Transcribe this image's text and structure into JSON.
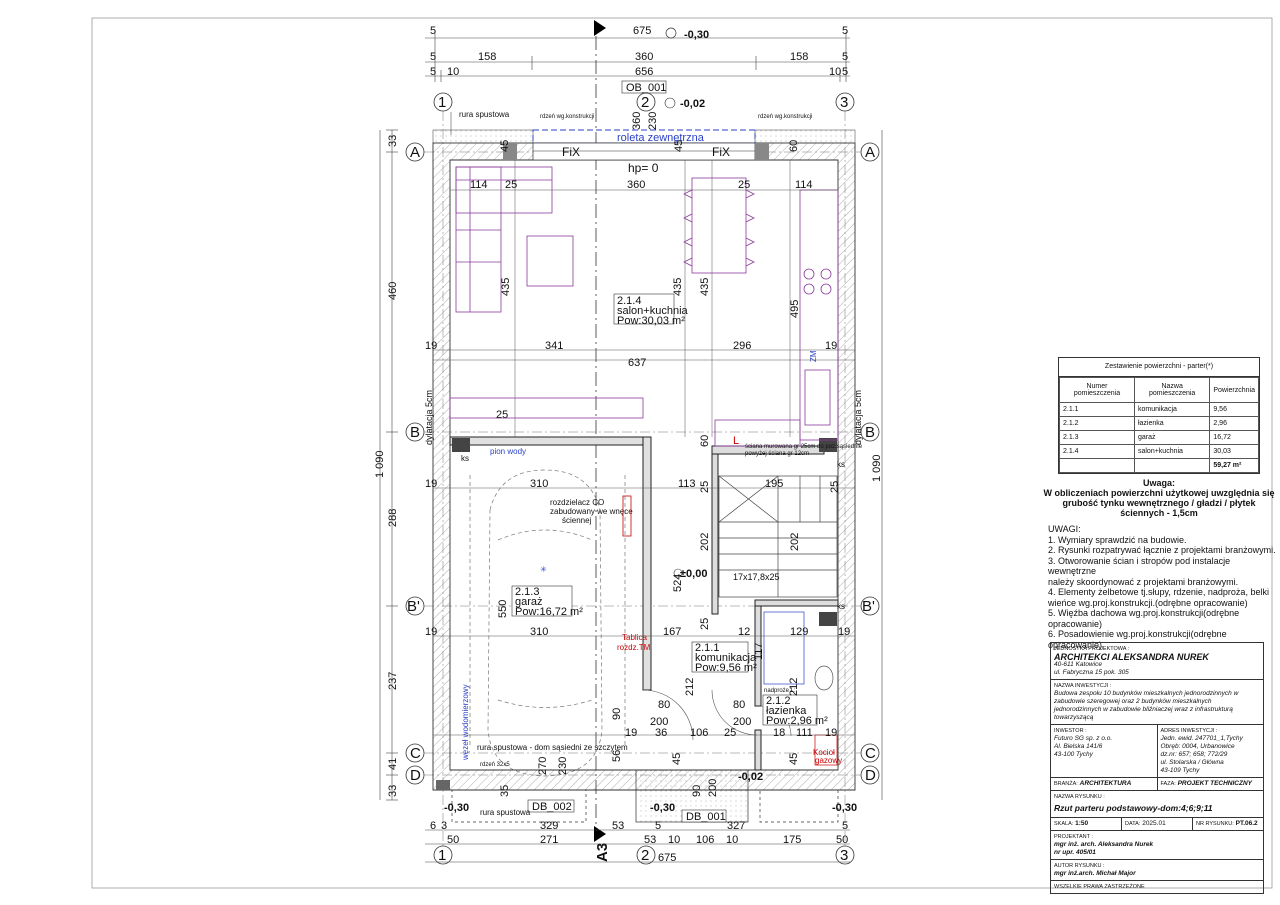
{
  "plan": {
    "top_dims": {
      "overall": "675",
      "edge_left": "5",
      "edge_right": "5",
      "row2": [
        "5",
        "158",
        "360",
        "158",
        "5"
      ],
      "row3": [
        "5",
        "10",
        "656",
        "10",
        "5"
      ],
      "level_top": "-0,30"
    },
    "bottom_dims": {
      "row1_left": [
        "6",
        "3",
        "329",
        "53",
        "5",
        "327",
        "5"
      ],
      "row2": [
        "50",
        "271",
        "53",
        "10",
        "106",
        "10",
        "175",
        "50"
      ],
      "overall": "675"
    },
    "left_dims": [
      "33",
      "460",
      "1 090",
      "288",
      "237",
      "41",
      "33"
    ],
    "right_dims": [
      "1 090"
    ],
    "axes_cols": [
      "1",
      "2",
      "3"
    ],
    "axes_rows": [
      "A",
      "B",
      "B'",
      "C",
      "D"
    ],
    "section_marker": "A3",
    "ob_label": "OB_001",
    "db_labels": [
      "DB_002",
      "DB_001"
    ],
    "levels": [
      "-0,02",
      "-0,30",
      "-0,30",
      "-0,02",
      "-0,30",
      "±0,00"
    ],
    "roleta": "roleta zewnętrzna",
    "fix": "FiX",
    "hp": "hp= 0",
    "texts": {
      "rura_spustowa": "rura spustowa",
      "rdzen": "rdzeń wg.konstrukcji",
      "dylatacja": "dylatacja 5cm",
      "pion_wody": "pion wody",
      "ks": "ks",
      "rozdzielacz": [
        "rozdzielacz CO",
        "zabudowany we wnęce",
        "ściennej"
      ],
      "tablica": [
        "Tablica",
        "rozdz.TM"
      ],
      "schody": "17x17,8x25",
      "wezel": "węzeł wodomierzowy",
      "rura_sasiedni": "rura spustowa - dom sąsiedni ze szczytem",
      "rzedy": "rdzeń 32x5",
      "kociol": [
        "Kocioł",
        "gazowy"
      ],
      "sciana": [
        "ściana murowana gr 25cm do poz.sąsiednie",
        "powyżej ściana gr 12cm"
      ],
      "zm": "ZM",
      "L": "L",
      "nadproze": "nadproże L:"
    },
    "dims_inner": [
      "114",
      "25",
      "360",
      "25",
      "114",
      "435",
      "435",
      "435",
      "495",
      "19",
      "341",
      "296",
      "19",
      "637",
      "25",
      "60",
      "310",
      "19",
      "113",
      "25",
      "195",
      "25",
      "202",
      "202",
      "524",
      "550",
      "310",
      "19",
      "167",
      "25",
      "12",
      "129",
      "19",
      "117",
      "212",
      "212",
      "80",
      "90",
      "200",
      "80",
      "200",
      "19",
      "36",
      "106",
      "25",
      "18",
      "111",
      "19",
      "56",
      "45",
      "45",
      "270",
      "230",
      "35",
      "90",
      "200",
      "360",
      "230",
      "45",
      "45",
      "60"
    ],
    "rooms": [
      {
        "id": "2.1.4",
        "name": "salon+kuchnia",
        "area": "Pow:30,03 m²"
      },
      {
        "id": "2.1.3",
        "name": "garaż",
        "area": "Pow:16,72 m²"
      },
      {
        "id": "2.1.1",
        "name": "komunikacja",
        "area": "Pow:9,56 m²"
      },
      {
        "id": "2.1.2",
        "name": "łazienka",
        "area": "Pow:2,96 m²"
      }
    ]
  },
  "summary": {
    "caption": "Zestawienie powierzchni - parter(*)",
    "headers": [
      "Numer pomieszczenia",
      "Nazwa pomieszczenia",
      "Powierzchnia"
    ],
    "rows": [
      [
        "2.1.1",
        "komunikacja",
        "9,56"
      ],
      [
        "2.1.2",
        "łazienka",
        "2,96"
      ],
      [
        "2.1.3",
        "garaż",
        "16,72"
      ],
      [
        "2.1.4",
        "salon+kuchnia",
        "30,03"
      ]
    ],
    "total": "59,27 m²"
  },
  "uwaga": {
    "title": "Uwaga:",
    "text": "W obliczeniach powierzchni użytkowej uwzględnia się grubość tynku wewnętrznego / gładzi / płytek ściennych - 1,5cm"
  },
  "notes": {
    "title": "UWAGI:",
    "items": [
      "1. Wymiary sprawdzić na budowie.",
      "2. Rysunki rozpatrywać łącznie z projektami branżowymi.",
      "3. Otworowanie ścian i stropów pod instalacje wewnętrzne",
      "należy skoordynować z projektami branżowymi.",
      "4. Elementy żelbetowe tj.słupy, rdzenie, nadproża, belki wieńce wg.proj.konstrukcji.(odrębne opracowanie)",
      "5. Więźba dachowa wg.proj.konstrukcji(odrębne opracowanie)",
      "6. Posadowienie wg.proj.konstrukcji(odrębne opracowanie)"
    ]
  },
  "titleblock": {
    "unit_cap": "JEDNOSTKA PROJEKTOWA :",
    "unit_name": "ARCHITEKCI ALEKSANDRA NUREK",
    "unit_addr1": "40-611 Katowice",
    "unit_addr2": "ul. Fabryczna 15 pok. 305",
    "invest_cap": "NAZWA INWESTYCJI :",
    "invest_text": "Budowa zespołu 10 budynków mieszkalnych jednorodzinnych w zabudowie szeregowej oraz 2 budynków mieszkalnych jednorodzinnych w zabudowie bliźniaczej wraz z infrastrukturą towarzyszącą",
    "investor_cap": "INWESTOR :",
    "investor": [
      "Futuro SG sp. z o.o.",
      "Al. Bielska 141/6",
      "43-100 Tychy"
    ],
    "addr_cap": "ADRES INWESTYCJI :",
    "addr": [
      "Jedn. ewid. 247701_1,Tychy",
      "Obręb: 0004, Urbanowice",
      "dz.nr: 657; 658; 772/29",
      "ul. Stolarska / Główna",
      "43-109 Tychy"
    ],
    "branza_cap": "BRANŻA:",
    "branza": "ARCHITEKTURA",
    "faza_cap": "FAZA:",
    "faza": "PROJEKT TECHNICZNY",
    "nazwa_cap": "NAZWA RYSUNKU :",
    "nazwa": "Rzut parteru podstawowy-dom:4;6;9;11",
    "skala_cap": "SKALA:",
    "skala": "1:50",
    "data_cap": "DATA:",
    "data": "2025.01",
    "nr_cap": "NR RYSUNKU:",
    "nr": "PT.06.2",
    "projektant_cap": "PROJEKTANT :",
    "projektant": [
      "mgr inż. arch. Aleksandra Nurek",
      "nr upr. 405/01"
    ],
    "autor_cap": "AUTOR RYSUNKU :",
    "autor": "mgr inż.arch. Michał Major",
    "zastrzezone": "WSZELKIE PRAWA ZASTRZEŻONE"
  }
}
